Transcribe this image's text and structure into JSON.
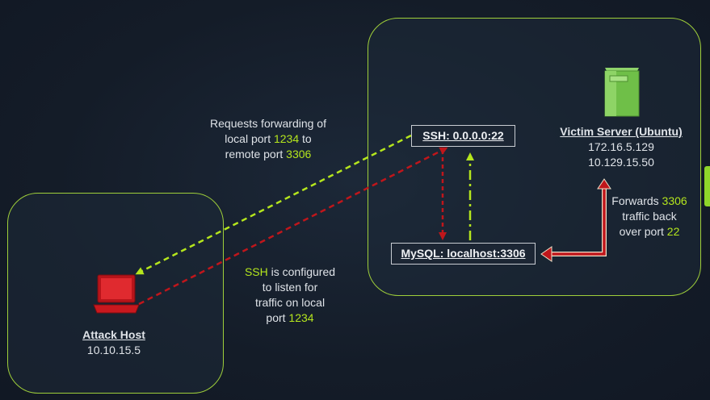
{
  "attack_host": {
    "title": "Attack Host",
    "ip": "10.10.15.5"
  },
  "victim": {
    "title": "Victim Server (Ubuntu)",
    "ip1": "172.16.5.129",
    "ip2": "10.129.15.50"
  },
  "ssh_box": {
    "label": "SSH: 0.0.0.0:22"
  },
  "mysql_box": {
    "label": "MySQL: localhost:3306"
  },
  "request_note": {
    "l1": "Requests forwarding of",
    "l2a": "local port ",
    "l2b": "1234",
    "l2c": " to",
    "l3a": "remote port ",
    "l3b": "3306"
  },
  "ssh_note": {
    "l1a": "SSH",
    "l1b": " is configured",
    "l2": "to listen for",
    "l3": "traffic on local",
    "l4a": "port ",
    "l4b": "1234"
  },
  "forward_note": {
    "l1a": "Forwards ",
    "l1b": "3306",
    "l2": "traffic back",
    "l3a": "over port ",
    "l3b": "22"
  },
  "colors": {
    "green": "#b5e61d",
    "red": "#c0161b",
    "zone_border": "#9fcf3a"
  },
  "icons": {
    "attack": "laptop-icon",
    "victim": "server-icon"
  }
}
